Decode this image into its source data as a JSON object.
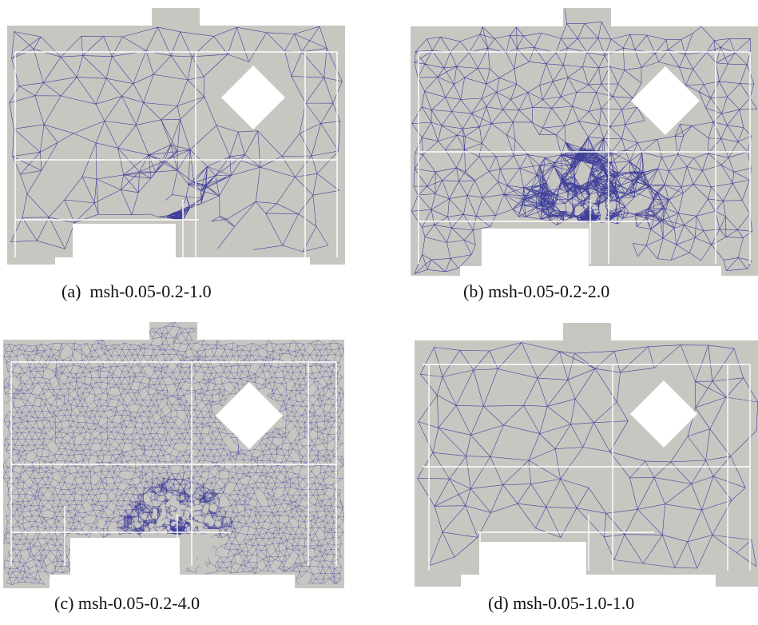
{
  "colors": {
    "background": "#ffffff",
    "mesh_fill": "#c8c6c1",
    "mesh_edge": "#3f3f9a",
    "reinforcement": "#ffffff"
  },
  "panels": [
    {
      "id": "a",
      "caption": "(a)  msh-0.05-0.2-1.0",
      "density": "coarse"
    },
    {
      "id": "b",
      "caption": "(b) msh-0.05-0.2-2.0",
      "density": "medium"
    },
    {
      "id": "c",
      "caption": "(c) msh-0.05-0.2-4.0",
      "density": "very-fine"
    },
    {
      "id": "d",
      "caption": "(d) msh-0.05-1.0-1.0",
      "density": "uniform-coarse"
    }
  ]
}
